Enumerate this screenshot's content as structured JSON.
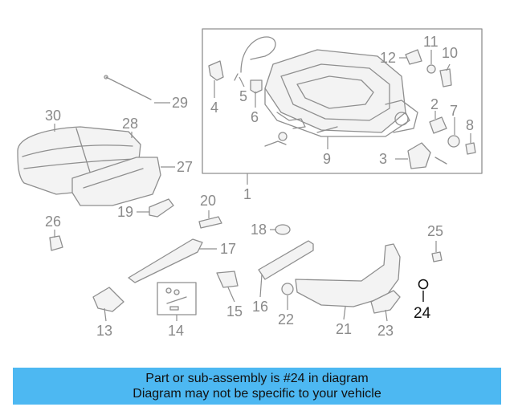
{
  "diagram": {
    "callouts": {
      "c1": "1",
      "c2": "2",
      "c3": "3",
      "c4": "4",
      "c5": "5",
      "c6": "6",
      "c7": "7",
      "c8": "8",
      "c9": "9",
      "c10": "10",
      "c11": "11",
      "c12": "12",
      "c13": "13",
      "c14": "14",
      "c15": "15",
      "c16": "16",
      "c17": "17",
      "c18": "18",
      "c19": "19",
      "c20": "20",
      "c21": "21",
      "c22": "22",
      "c23": "23",
      "c24": "24",
      "c25": "25",
      "c26": "26",
      "c27": "27",
      "c28": "28",
      "c29": "29",
      "c30": "30"
    },
    "highlight_color": "#111111",
    "part_color": "#8f8f8f"
  },
  "banner": {
    "line1": "Part or sub-assembly is #24 in diagram",
    "line2": "Diagram may not be specific to your vehicle",
    "background": "#4db8f2"
  }
}
